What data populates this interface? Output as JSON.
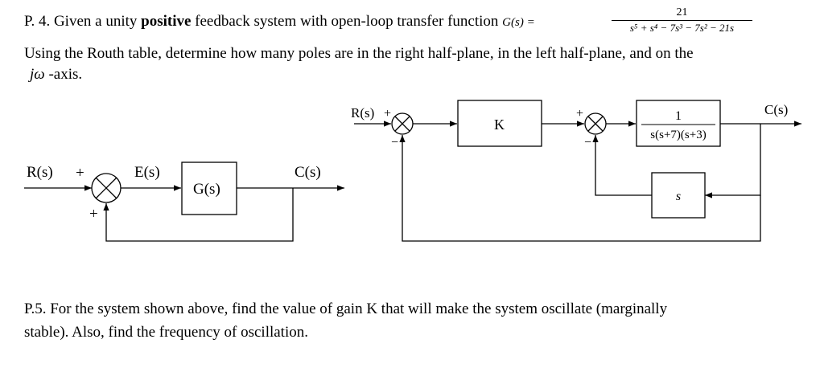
{
  "p4": {
    "prefix": "P. 4. Given a unity ",
    "bold_word": "positive",
    "after_bold": " feedback system with open-loop transfer function ",
    "g_label": "G(s) =",
    "numerator": "21",
    "denominator": "s⁵ + s⁴ − 7s³ − 7s² − 21s",
    "line2": "Using the Routh table, determine how many poles are in the right half-plane, in the left half-plane, and on the",
    "line3_italic": "jω",
    "line3_rest": " -axis."
  },
  "left_diagram": {
    "input": "R(s)",
    "plus_top": "+",
    "error": "E(s)",
    "block": "G(s)",
    "output": "C(s)",
    "plus_bottom": "+"
  },
  "right_diagram": {
    "input": "R(s)",
    "plus1": "+",
    "minus1": "−",
    "gain_block": "K",
    "plus2": "+",
    "minus2": "−",
    "plant_numerator": "1",
    "plant_denominator": "s(s+7)(s+3)",
    "feedback_block": "s",
    "output": "C(s)"
  },
  "p5": {
    "line1": "P.5. For the system shown above, find the value of gain K that will make the system oscillate (marginally",
    "line2": "stable). Also, find the frequency of oscillation."
  }
}
